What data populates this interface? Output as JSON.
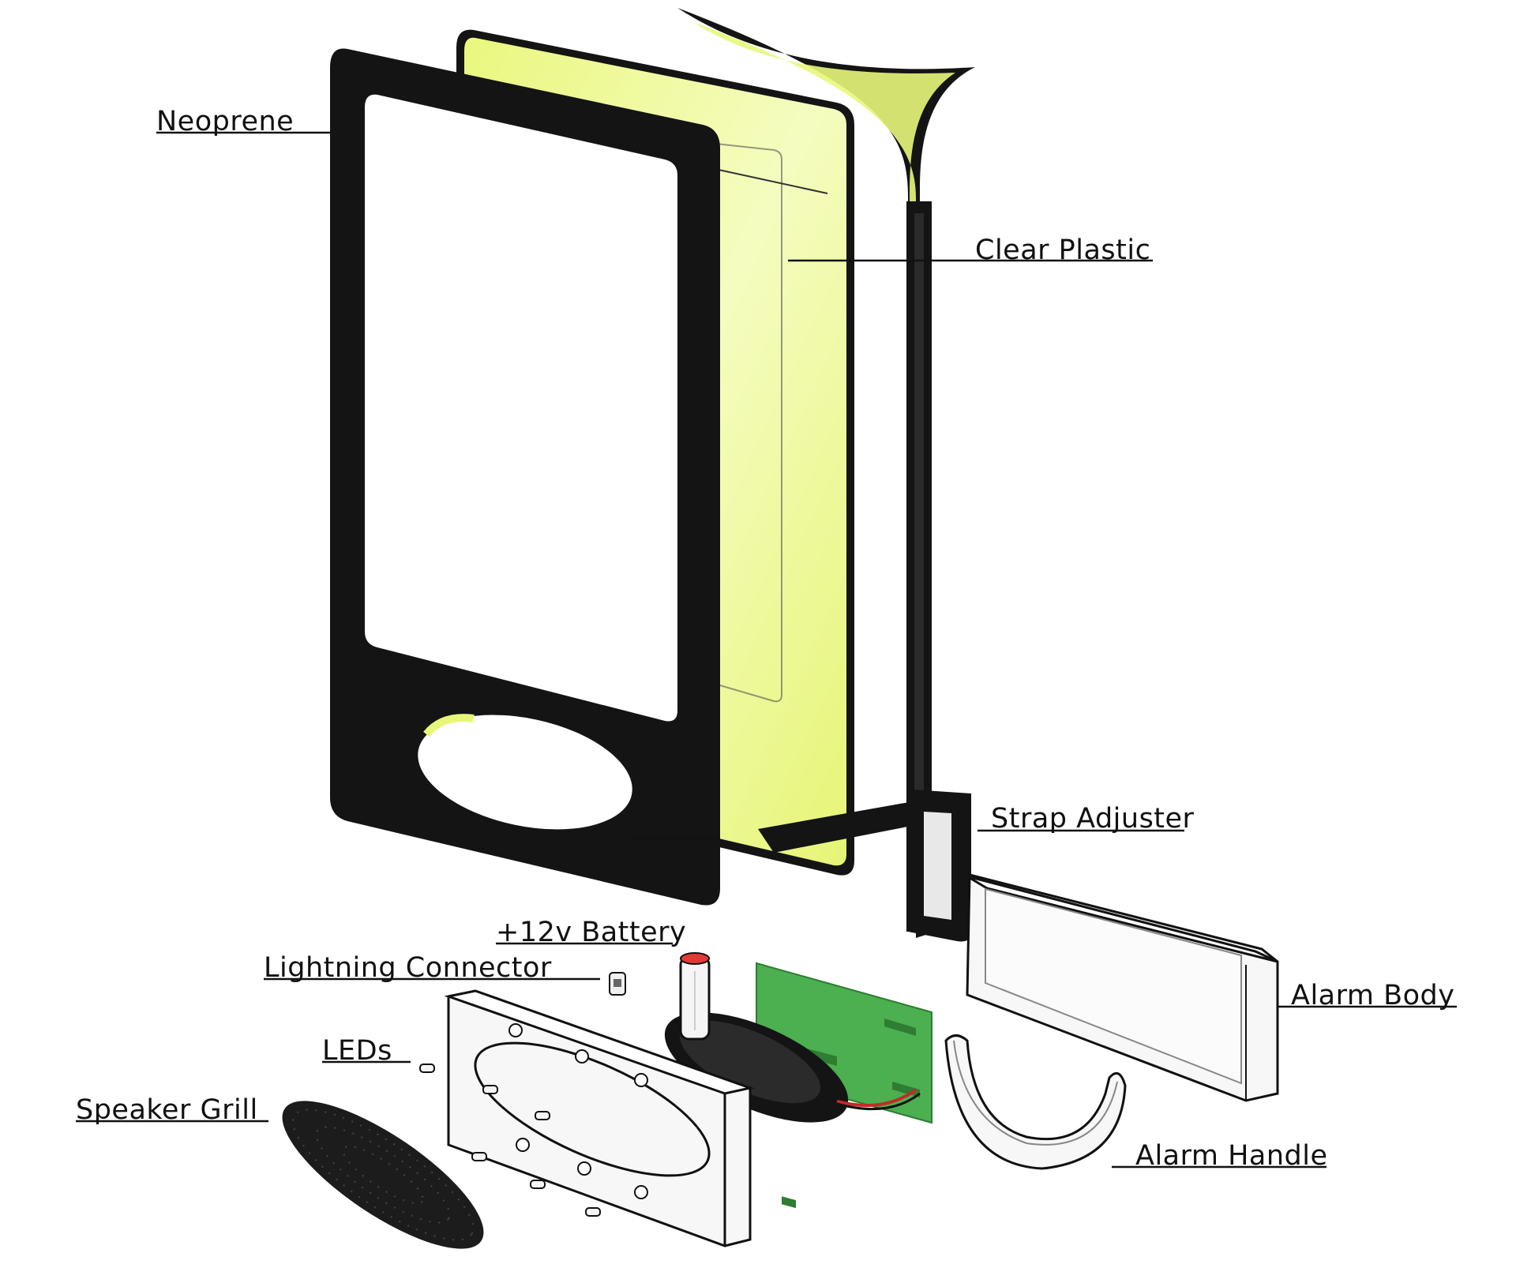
{
  "labels": {
    "neoprene": "Neoprene",
    "clear_plastic": "Clear Plastic",
    "strap_adjuster": "Strap Adjuster",
    "battery": "+12v Battery",
    "lightning_connector": "Lightning Connector",
    "alarm_body": "Alarm Body",
    "leds": "LEDs",
    "speaker_grill": "Speaker Grill",
    "alarm_handle": "Alarm Handle"
  },
  "colors": {
    "yellow_panel": "#e8f77a",
    "yellow_light": "#f3fbb8",
    "black": "#141414",
    "pcb_green": "#4caf50",
    "white_housing": "#f7f7f7",
    "outline": "#111111"
  }
}
